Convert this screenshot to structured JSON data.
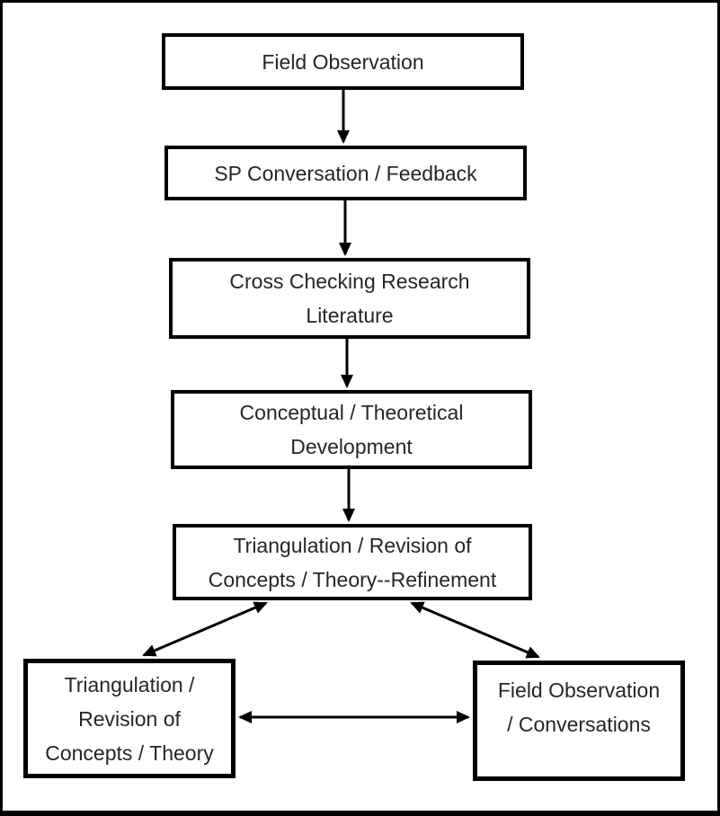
{
  "diagram": {
    "type": "flowchart",
    "background_color": "#ffffff",
    "line_color": "#000000",
    "text_color": "#262626",
    "nodes": [
      {
        "id": "field-observation",
        "label": "Field Observation",
        "lines": [
          "Field Observation"
        ]
      },
      {
        "id": "sp-conversation-feedback",
        "label": "SP Conversation / Feedback",
        "lines": [
          "SP Conversation / Feedback"
        ]
      },
      {
        "id": "cross-checking-research",
        "label": "Cross Checking Research Literature",
        "lines": [
          "Cross Checking Research",
          "Literature"
        ]
      },
      {
        "id": "conceptual-theoretical",
        "label": "Conceptual / Theoretical Development",
        "lines": [
          "Conceptual / Theoretical",
          "Development"
        ]
      },
      {
        "id": "triangulation-refinement",
        "label": "Triangulation / Revision of Concepts / Theory--Refinement",
        "lines": [
          "Triangulation / Revision of",
          "Concepts / Theory--Refinement"
        ]
      },
      {
        "id": "triangulation-concepts-theory",
        "label": "Triangulation / Revision of Concepts / Theory",
        "lines": [
          "Triangulation /",
          "Revision of",
          "Concepts / Theory"
        ]
      },
      {
        "id": "field-observation-conversations",
        "label": "Field Observation / Conversations",
        "lines": [
          "Field Observation",
          "/ Conversations"
        ]
      }
    ],
    "edges": [
      {
        "from": "field-observation",
        "to": "sp-conversation-feedback",
        "direction": "down"
      },
      {
        "from": "sp-conversation-feedback",
        "to": "cross-checking-research",
        "direction": "down"
      },
      {
        "from": "cross-checking-research",
        "to": "conceptual-theoretical",
        "direction": "down"
      },
      {
        "from": "conceptual-theoretical",
        "to": "triangulation-refinement",
        "direction": "down"
      },
      {
        "from": "triangulation-refinement",
        "to": "triangulation-concepts-theory",
        "direction": "bidirectional"
      },
      {
        "from": "triangulation-refinement",
        "to": "field-observation-conversations",
        "direction": "bidirectional"
      },
      {
        "from": "triangulation-concepts-theory",
        "to": "field-observation-conversations",
        "direction": "bidirectional"
      }
    ]
  }
}
